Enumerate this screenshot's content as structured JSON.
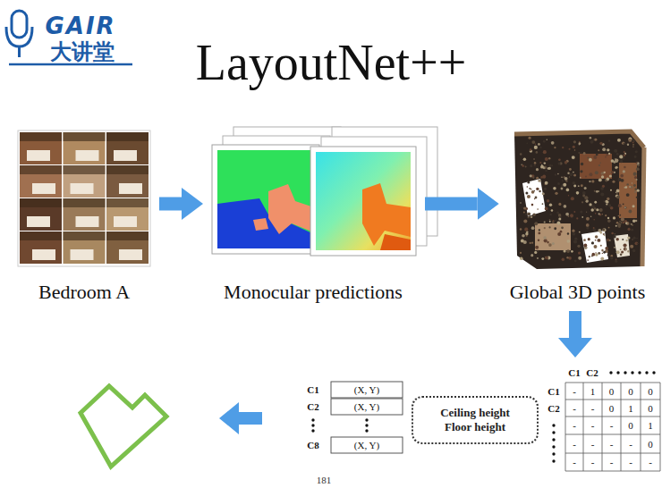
{
  "diagram": {
    "title": "LayoutNet++",
    "nodes": [
      {
        "text": [
          "Bedroom A"
        ]
      },
      {
        "text": [
          "Monocular predictions"
        ]
      },
      {
        "text": [
          "Global 3D points"
        ]
      },
      {
        "text": [
          "Ceiling height",
          "Floor height"
        ]
      }
    ],
    "edges": [
      {
        "from": 0,
        "to": 1,
        "arrow": "to"
      },
      {
        "from": 1,
        "to": 2,
        "arrow": "to"
      }
    ],
    "labels": [
      "GAIR",
      "大讲堂",
      "C1",
      "C2",
      "C1",
      "C2",
      "-",
      "1",
      "0",
      "0",
      "0",
      "-",
      "-",
      "0",
      "1",
      "0",
      "-",
      "-",
      "-",
      "0",
      "1",
      "-",
      "-",
      "-",
      "-",
      "0",
      "-",
      "-",
      "-",
      "-",
      "-",
      "C1",
      "C2",
      "C8",
      "(X, Y)",
      "(X, Y)",
      "(X, Y)",
      "181"
    ]
  }
}
